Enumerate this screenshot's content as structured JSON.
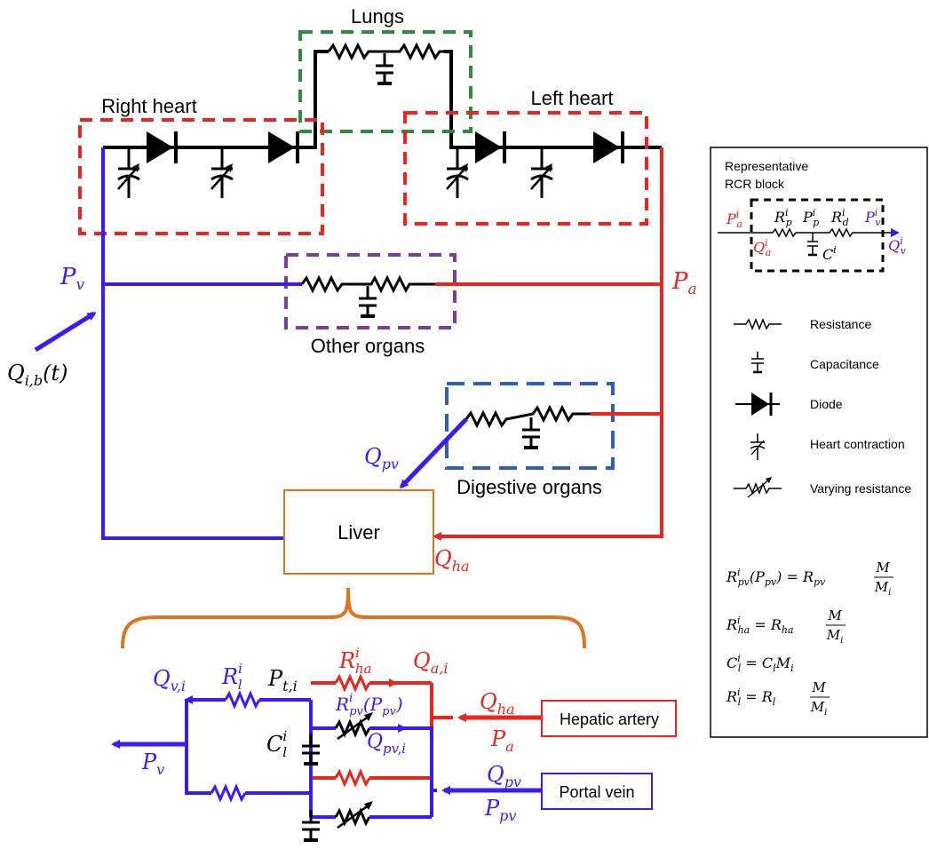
{
  "colors": {
    "red": "#e8261f",
    "blue": "#3a1cf2",
    "black": "#000000",
    "green": "#2e8b3e",
    "purple": "#7a3f9e",
    "dashblue": "#2f5fb8",
    "orange": "#e07320"
  },
  "labels": {
    "lungs": "Lungs",
    "right_heart": "Right heart",
    "left_heart": "Left heart",
    "other_organs": "Other organs",
    "digestive_organs": "Digestive organs",
    "liver": "Liver",
    "hepatic_artery": "Hepatic artery",
    "portal_vein": "Portal vein"
  },
  "symbols": {
    "pv": "P",
    "pv_sub": "v",
    "pa": "P",
    "pa_sub": "a",
    "qib": "Q",
    "qib_sub": "i,b",
    "qib_arg": "(t)",
    "qpv": "Q",
    "qpv_sub": "pv",
    "qha": "Q",
    "qha_sub": "ha",
    "qvi": "Q",
    "qvi_sub": "v,i",
    "rl": "R",
    "rl_sup": "i",
    "rl_sub": "l",
    "pti": "P",
    "pti_sub": "t,i",
    "rha": "R",
    "rha_sup": "i",
    "rha_sub": "ha",
    "qai": "Q",
    "qai_sub": "a,i",
    "rpv": "R",
    "rpv_sup": "i",
    "rpv_sub": "pv",
    "rpv_arg_open": "(P",
    "rpv_arg_sub": "pv",
    "rpv_arg_close": ")",
    "qpvi": "Q",
    "qpvi_sub": "pv,i",
    "cl": "C",
    "cl_sup": "i",
    "cl_sub": "l",
    "ppv": "P",
    "ppv_sub": "pv"
  },
  "legend": {
    "title_line1": "Representative",
    "title_line2": "RCR block",
    "items": [
      {
        "icon": "resistor-icon",
        "label": "Resistance"
      },
      {
        "icon": "capacitor-icon",
        "label": "Capacitance"
      },
      {
        "icon": "diode-icon",
        "label": "Diode"
      },
      {
        "icon": "heart-contraction-icon",
        "label": "Heart contraction"
      },
      {
        "icon": "varying-resistor-icon",
        "label": "Varying resistance"
      }
    ]
  },
  "rcr": {
    "pa": "P",
    "pa_sup": "i",
    "pa_sub": "a",
    "qa": "Q",
    "qa_sup": "i",
    "qa_sub": "a",
    "rp": "R",
    "rp_sup": "i",
    "rp_sub": "p",
    "pp": "P",
    "pp_sup": "i",
    "pp_sub": "p",
    "rd": "R",
    "rd_sup": "i",
    "rd_sub": "d",
    "pv": "P",
    "pv_sup": "i",
    "pv_sub": "v",
    "qv": "Q",
    "qv_sup": "i",
    "qv_sub": "v",
    "c": "C",
    "c_sup": "i"
  },
  "equations": [
    {
      "lhs": "R",
      "lhs_sup": "i",
      "lhs_sub": "pv",
      "lhs_arg": "(P",
      "lhs_arg_sub": "pv",
      "lhs_arg_close": ") = ",
      "rhs": "R",
      "rhs_sub": "pv",
      "num": "M",
      "den": "M",
      "den_sub": "i"
    },
    {
      "lhs": "R",
      "lhs_sup": "i",
      "lhs_sub": "ha",
      "eq": " = ",
      "rhs": "R",
      "rhs_sub": "ha",
      "num": "M",
      "den": "M",
      "den_sub": "i"
    },
    {
      "lhs": "C",
      "lhs_sup": "i",
      "lhs_sub": "l",
      "eq": " = ",
      "rhs": "C",
      "rhs_sub": "l",
      "tail": "M",
      "tail_sub": "i"
    },
    {
      "lhs": "R",
      "lhs_sup": "i",
      "lhs_sub": "l",
      "eq": " = ",
      "rhs": "R",
      "rhs_sub": "l",
      "num": "M",
      "den": "M",
      "den_sub": "i"
    }
  ]
}
